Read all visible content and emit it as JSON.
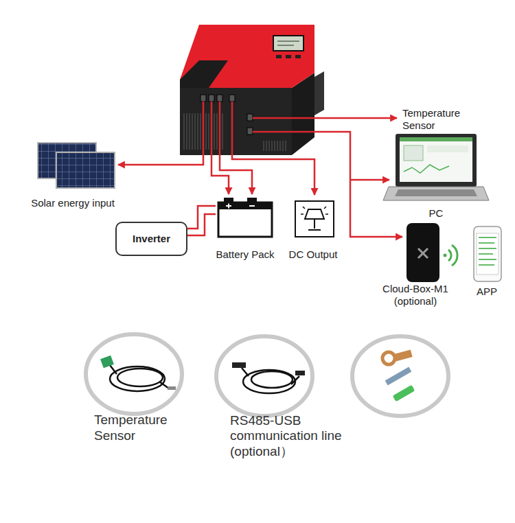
{
  "diagram": {
    "nodes": [
      {
        "text": [
          "Temperature Sensor"
        ]
      },
      {
        "text": [
          "Solar energy input"
        ]
      },
      {
        "text": [
          "PC"
        ]
      },
      {
        "text": [
          "Inverter"
        ]
      },
      {
        "text": [
          "Battery Pack"
        ]
      },
      {
        "text": [
          "DC Output"
        ]
      },
      {
        "text": [
          "Cloud-Box-M1 (optional)"
        ]
      },
      {
        "text": [
          "APP"
        ]
      },
      {
        "text": [
          "Temperature Sensor"
        ]
      },
      {
        "text": [
          "RS485-USB communication line (optional）"
        ]
      }
    ],
    "edges": [
      {
        "from": 3,
        "to": 4,
        "arrow": "none"
      },
      {
        "from": 3,
        "to": 4,
        "arrow": "none"
      }
    ]
  }
}
